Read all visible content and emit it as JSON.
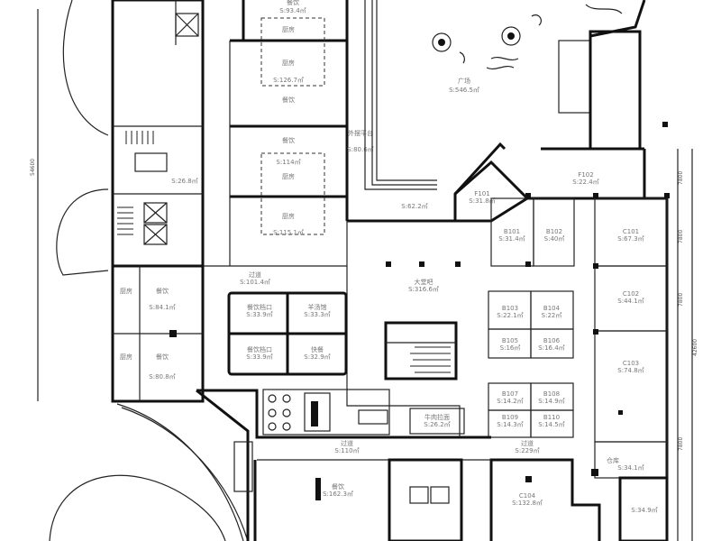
{
  "plan": {
    "rooms": {
      "top_dining": {
        "name": "餐饮",
        "area": "S:93.4㎡"
      },
      "kitchen_1": {
        "name": "厨房",
        "area": "S:126.7㎡"
      },
      "dining_2": {
        "name": "餐饮",
        "area": "S:114㎡"
      },
      "kitchen_2": {
        "name": "厨房"
      },
      "kitchen_3": {
        "name": "厨房",
        "area": "S:115.1㎡"
      },
      "terrace": {
        "name": "外摆平台",
        "area": "S:80.6㎡"
      },
      "plaza": {
        "name": "广场",
        "area": "S:546.5㎡"
      },
      "entry": {
        "area": "S:62.2㎡"
      },
      "f101": {
        "name": "F101",
        "area": "S:31.8㎡"
      },
      "f102": {
        "name": "F102",
        "area": "S:22.4㎡"
      },
      "b101": {
        "name": "B101",
        "area": "S:31.4㎡"
      },
      "b102": {
        "name": "B102",
        "area": "S:40㎡"
      },
      "c101": {
        "name": "C101",
        "area": "S:67.3㎡"
      },
      "c102": {
        "name": "C102",
        "area": "S:44.1㎡"
      },
      "b103": {
        "name": "B103",
        "area": "S:22.1㎡"
      },
      "b104": {
        "name": "B104",
        "area": "S:22㎡"
      },
      "b105": {
        "name": "B105",
        "area": "S:16㎡"
      },
      "b106": {
        "name": "B106",
        "area": "S:16.4㎡"
      },
      "c103": {
        "name": "C103",
        "area": "S:74.8㎡"
      },
      "b107": {
        "name": "B107",
        "area": "S:14.2㎡"
      },
      "b108": {
        "name": "B108",
        "area": "S:14.9㎡"
      },
      "b109": {
        "name": "B109",
        "area": "S:14.3㎡"
      },
      "b110": {
        "name": "B110",
        "area": "S:14.5㎡"
      },
      "corridor_east": {
        "name": "过道",
        "area": "S:229㎡"
      },
      "storage": {
        "name": "仓库",
        "area": "S:34.1㎡"
      },
      "c104": {
        "name": "C104",
        "area": "S:132.8㎡"
      },
      "corner": {
        "area": "S:34.9㎡"
      },
      "lobby_bar": {
        "name": "大堂吧",
        "area": "S:316.6㎡"
      },
      "corridor_mid": {
        "name": "过道",
        "area": "S:101.4㎡"
      },
      "stall_1": {
        "name": "餐饮档口",
        "area": "S:33.9㎡"
      },
      "mutton_soup": {
        "name": "羊汤馆",
        "area": "S:33.3㎡"
      },
      "stall_2": {
        "name": "餐饮档口",
        "area": "S:33.9㎡"
      },
      "fast_food": {
        "name": "快餐",
        "area": "S:32.9㎡"
      },
      "west_kitchen_1": {
        "name": "厨房"
      },
      "west_dining_1": {
        "name": "餐饮",
        "area": "S:84.1㎡"
      },
      "west_kitchen_2": {
        "name": "厨房"
      },
      "west_dining_2": {
        "name": "餐饮",
        "area": "S:80.8㎡"
      },
      "beef_noodle": {
        "name": "牛肉拉面",
        "area": "S:26.2㎡"
      },
      "corridor_south": {
        "name": "过道",
        "area": "S:110㎡"
      },
      "south_dining": {
        "name": "餐饮",
        "area": "S:162.3㎡"
      },
      "west_service": {
        "area": "S:26.8㎡"
      }
    },
    "dimensions": {
      "right_total": "42600",
      "right_1": "7800",
      "right_2": "7800",
      "right_3": "7800",
      "right_4": "7800",
      "left_total": "54600"
    }
  }
}
